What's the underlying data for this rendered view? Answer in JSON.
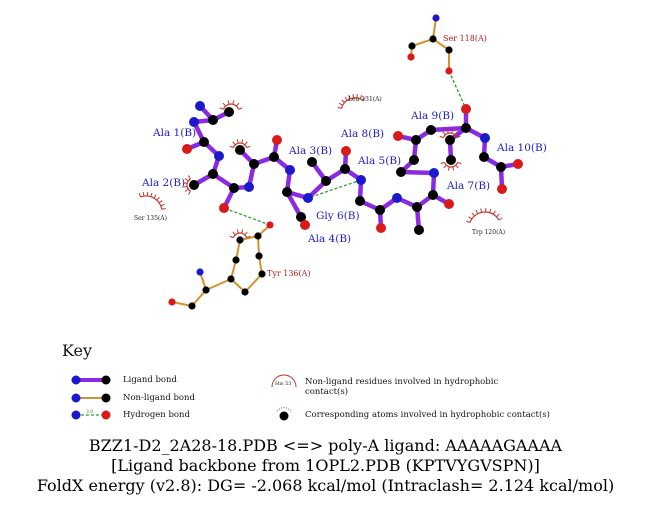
{
  "residues": {
    "ligand": [
      "Ala 1(B)",
      "Ala 2(B)",
      "Ala 3(B)",
      "Ala 4(B)",
      "Ala 5(B)",
      "Gly 6(B)",
      "Ala 7(B)",
      "Ala 8(B)",
      "Ala 9(B)",
      "Ala 10(B)"
    ],
    "hbond_partners": [
      "Ser 118(A)",
      "Tyr 136(A)"
    ],
    "hydrophobic": [
      "Leu 131(A)",
      "Ser 135(A)",
      "Trp 120(A)"
    ]
  },
  "key": {
    "title": "Key",
    "ligand_bond": "Ligand bond",
    "nonligand_bond": "Non-ligand bond",
    "hydrogen_bond": "Hydrogen bond",
    "hbond_distance": "3.0",
    "hydrophobic_example": "His 53",
    "hydrophobic_residues": "Non-ligand residues involved in hydrophobic contact(s)",
    "hydrophobic_atoms": "Corresponding atoms involved in hydrophobic contact(s)"
  },
  "footer": {
    "line1": "BZZ1-D2_2A28-18.PDB <=> poly-A ligand: AAAAAGAAAA",
    "line2": "[Ligand backbone from 1OPL2.PDB (KPTVYGVSPN)]",
    "line3": "FoldX energy (v2.8): DG= -2.068 kcal/mol (Intraclash= 2.124 kcal/mol)"
  },
  "colors": {
    "ligand_bond": "#8a2be2",
    "nonligand_bond": "#d2922e",
    "hbond": "#2e9e2e",
    "nitrogen": "#1a1acc",
    "oxygen": "#d81a1a",
    "carbon": "#000000",
    "hydrophobic": "#c0392b"
  }
}
